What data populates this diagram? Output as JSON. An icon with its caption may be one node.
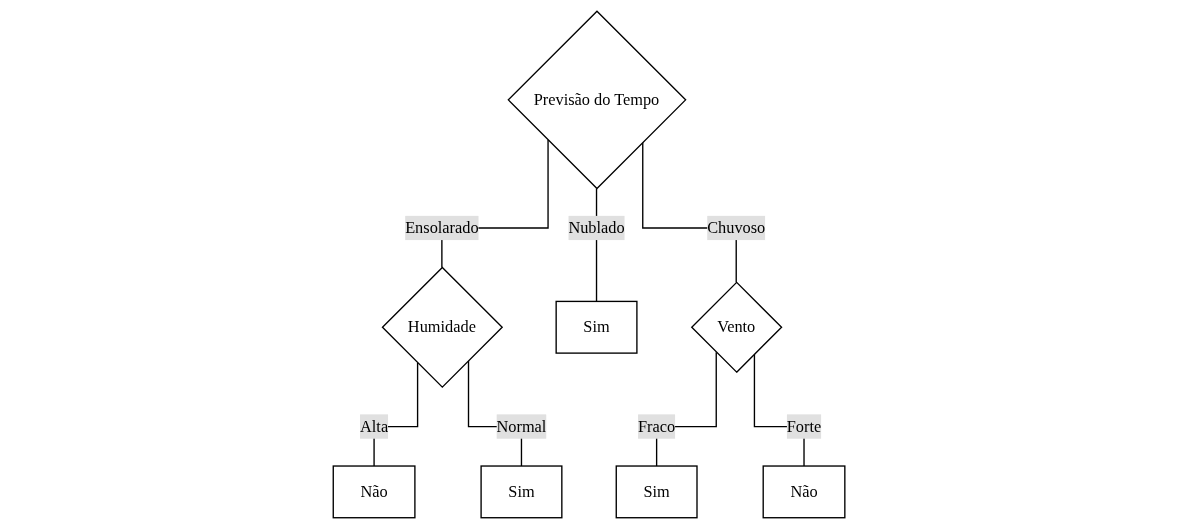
{
  "diagram": {
    "nodes": [
      {
        "text": [
          "Previsão do Tempo"
        ]
      },
      {
        "text": [
          "Humidade"
        ]
      },
      {
        "text": [
          "Sim"
        ]
      },
      {
        "text": [
          "Vento"
        ]
      },
      {
        "text": [
          "Não"
        ]
      },
      {
        "text": [
          "Sim"
        ]
      },
      {
        "text": [
          "Sim"
        ]
      },
      {
        "text": [
          "Não"
        ]
      }
    ],
    "edges": [
      {
        "from": 0,
        "to": 1,
        "arrow": "none",
        "label": "Ensolarado"
      },
      {
        "from": 0,
        "to": 2,
        "arrow": "none",
        "label": "Nublado"
      },
      {
        "from": 0,
        "to": 3,
        "arrow": "none",
        "label": "Chuvoso"
      },
      {
        "from": 1,
        "to": 4,
        "arrow": "none",
        "label": "Alta"
      },
      {
        "from": 1,
        "to": 5,
        "arrow": "none",
        "label": "Normal"
      },
      {
        "from": 3,
        "to": 6,
        "arrow": "none",
        "label": "Fraco"
      },
      {
        "from": 3,
        "to": 7,
        "arrow": "none",
        "label": "Forte"
      }
    ]
  }
}
